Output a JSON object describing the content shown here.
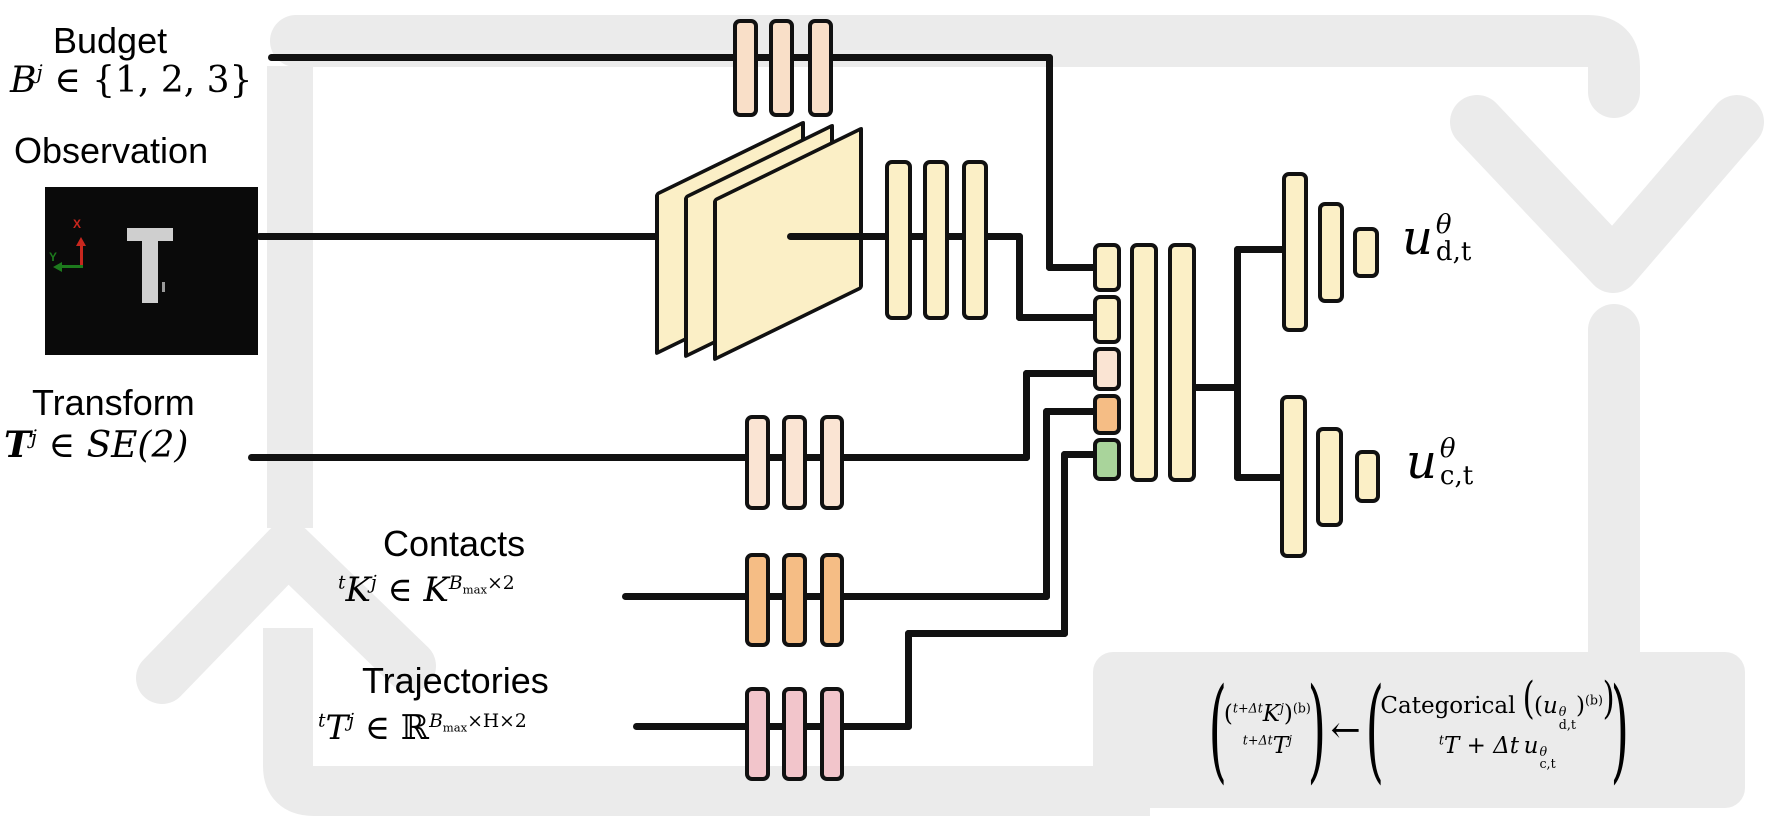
{
  "diagram": {
    "inputs": {
      "budget": {
        "label": "Budget",
        "math": {
          "base": "B",
          "sup": "j",
          "rest": "∈ {1, 2, 3}"
        }
      },
      "observation": {
        "label": "Observation",
        "image": {
          "letter": "T",
          "axis_x": "X",
          "axis_y": "Y"
        }
      },
      "transform": {
        "label": "Transform",
        "math": {
          "base": "T",
          "sup": "j",
          "rest": "∈ SE(2)"
        }
      },
      "contacts": {
        "label": "Contacts",
        "math": {
          "presup": "t",
          "base": "K",
          "sup": "j",
          "elem": "∈",
          "set": "K",
          "sup_base": "B",
          "sup_sub": "max",
          "sup_tail": "×2"
        }
      },
      "trajectories": {
        "label": "Trajectories",
        "math": {
          "presup": "t",
          "base": "T",
          "sup": "j",
          "elem": "∈",
          "set": "ℝ",
          "sup_base": "B",
          "sup_sub": "max",
          "sup_tail": "×H×2"
        }
      }
    },
    "outputs": {
      "ud": {
        "var": "u",
        "sup": "θ",
        "sub": "d,t"
      },
      "uc": {
        "var": "u",
        "sup": "θ",
        "sub": "c,t"
      }
    },
    "equation": {
      "big_open": "(",
      "big_close": ")",
      "lhs": {
        "top": {
          "open": "(",
          "presup": "t+Δt",
          "base": "K",
          "sup": "j",
          "close": ")",
          "outsup": "(b)"
        },
        "bottom": {
          "presup": "t+Δt",
          "base": "T",
          "sup": "j"
        }
      },
      "arrow": "←",
      "rhs": {
        "top": {
          "fn": "Categorical",
          "open": "(",
          "inopen": "(",
          "var": "u",
          "varsup": "θ",
          "varsub": "d,t",
          "inclose": ")",
          "outsup": "(b)",
          "close": ")"
        },
        "bottom": {
          "presup": "t",
          "base": "T",
          "plus": "+",
          "dt": "Δt",
          "var": "u",
          "varsup": "θ",
          "varsub": "c,t"
        }
      }
    },
    "colors": {
      "mlp_cream": "#FBEFC6",
      "mlp_peach": "#F9DFC8",
      "mlp_peach_light": "#FAE4D3",
      "mlp_orange": "#F5BD85",
      "mlp_pink": "#F2C5CB",
      "concat_green": "#A9D49B",
      "loop_gray": "#EBEBEB",
      "wire_black": "#111111"
    }
  }
}
